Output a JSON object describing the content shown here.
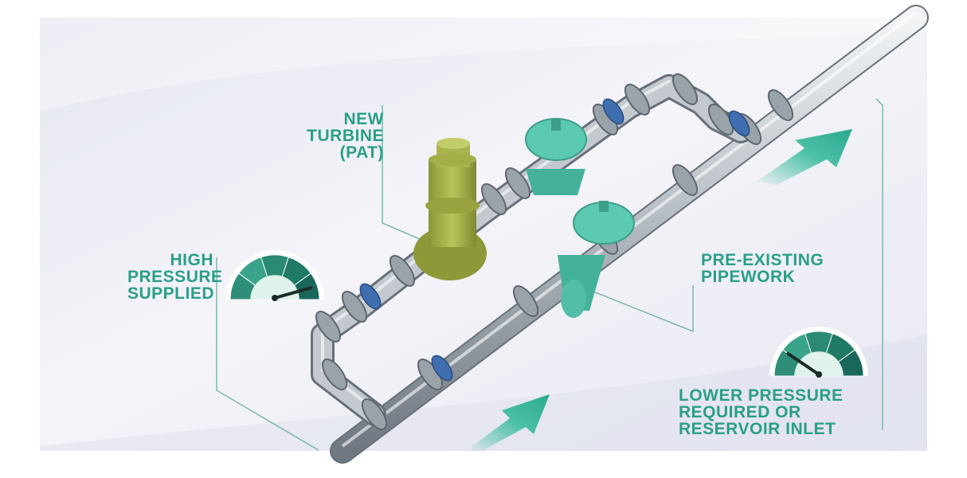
{
  "labels": {
    "turbine": [
      "NEW",
      "TURBINE",
      "(PAT)"
    ],
    "high_pressure": [
      "HIGH",
      "PRESSURE",
      "SUPPLIED"
    ],
    "pre_existing": [
      "PRE-EXISTING",
      "PIPEWORK"
    ],
    "lower_pressure": [
      "LOWER PRESSURE",
      "REQUIRED OR",
      "RESERVOIR INLET"
    ]
  },
  "colors": {
    "accent": "#2a9f88",
    "valve": "#5cc9b3",
    "turbine": "#a4b04a",
    "pipe": "#aeb6be",
    "gauge_dark": "#1f7a66",
    "gauge_light": "#dff3ec",
    "arrow": "#2fb89a"
  },
  "gauges": {
    "high_pressure": {
      "level": 0.9
    },
    "lower_pressure": {
      "level": 0.2
    }
  }
}
